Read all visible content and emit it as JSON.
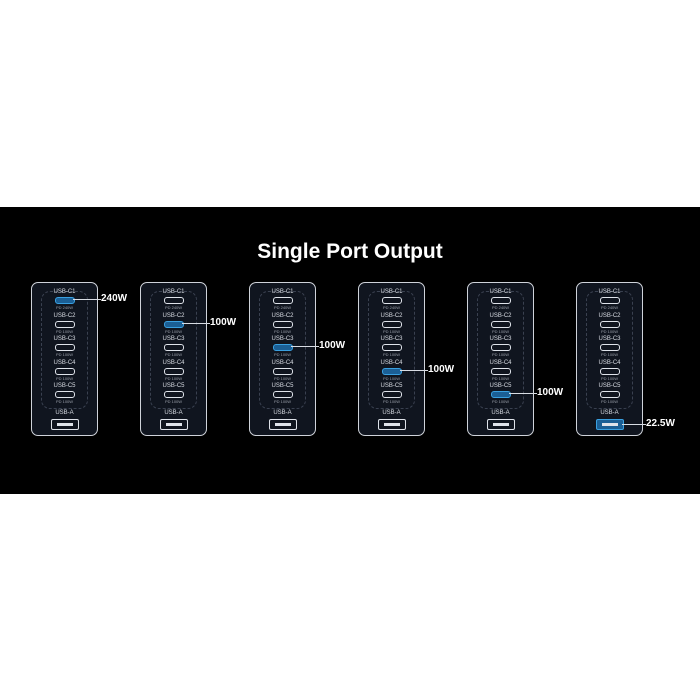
{
  "title": "Single Port Output",
  "port_labels": [
    "USB-C1",
    "USB-C2",
    "USB-C3",
    "USB-C4",
    "USB-C5"
  ],
  "pd_labels": [
    "PD 240W",
    "PD 100W",
    "PD 100W",
    "PD 100W",
    "PD 100W"
  ],
  "usba_label": "USB-A",
  "accent_color": "#3aa0e0",
  "devices": [
    {
      "active_port": 0,
      "output": "240W"
    },
    {
      "active_port": 1,
      "output": "100W"
    },
    {
      "active_port": 2,
      "output": "100W"
    },
    {
      "active_port": 3,
      "output": "100W"
    },
    {
      "active_port": 4,
      "output": "100W"
    },
    {
      "active_port": 5,
      "output": "22.5W"
    }
  ]
}
